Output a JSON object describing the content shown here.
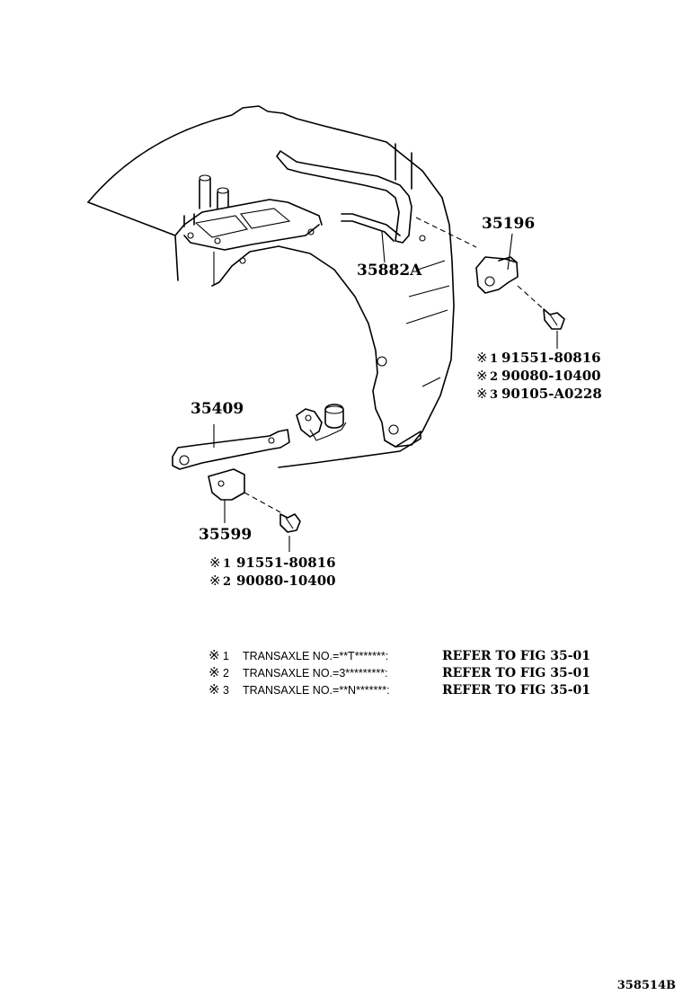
{
  "callouts": {
    "sensor_bracket": "35196",
    "breather_tube": "35882A",
    "lever": "35409",
    "bracket": "35599"
  },
  "upper_bolt_refs": [
    {
      "mark": "※",
      "num": "1",
      "part": "91551-80816"
    },
    {
      "mark": "※",
      "num": "2",
      "part": "90080-10400"
    },
    {
      "mark": "※",
      "num": "3",
      "part": "90105-A0228"
    }
  ],
  "lower_bolt_refs": [
    {
      "mark": "※",
      "num": "1",
      "part": "91551-80816"
    },
    {
      "mark": "※",
      "num": "2",
      "part": "90080-10400"
    }
  ],
  "notes": [
    {
      "mark": "※",
      "num": "1",
      "text": "TRANSAXLE NO.=**T*******:",
      "refer": "REFER TO FIG 35-01"
    },
    {
      "mark": "※",
      "num": "2",
      "text": "TRANSAXLE NO.=3*********:",
      "refer": "REFER TO FIG 35-01"
    },
    {
      "mark": "※",
      "num": "3",
      "text": "TRANSAXLE NO.=**N*******:",
      "refer": "REFER TO FIG 35-01"
    }
  ],
  "figure_code": "358514B"
}
